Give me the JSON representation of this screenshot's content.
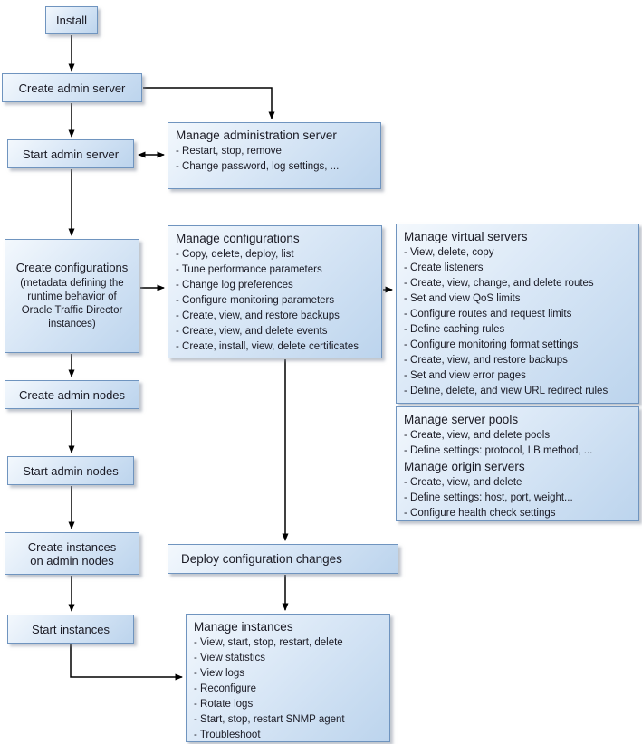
{
  "theme": {
    "box_fill_top": "#f3f8fd",
    "box_fill_bottom": "#bcd4ed",
    "box_border": "#6f94bf",
    "text_color": "#1a1a24",
    "arrow_color": "#000000"
  },
  "nodes": {
    "install": {
      "label": "Install"
    },
    "create_admin_server": {
      "label": "Create admin server"
    },
    "start_admin_server": {
      "label": "Start admin server"
    },
    "manage_admin_server": {
      "title": "Manage administration server",
      "items": [
        "- Restart, stop, remove",
        "- Change password, log settings, ..."
      ]
    },
    "create_configurations": {
      "title": "Create configurations",
      "note": "(metadata defining the runtime behavior of Oracle Traffic Director instances)"
    },
    "manage_configurations": {
      "title": "Manage configurations",
      "items": [
        "- Copy, delete, deploy, list",
        "- Tune performance parameters",
        "- Change log preferences",
        "- Configure monitoring parameters",
        "- Create, view, and restore backups",
        "- Create, view, and delete events",
        "- Create, install, view, delete certificates"
      ]
    },
    "manage_virtual_servers": {
      "title": "Manage virtual servers",
      "items": [
        "- View, delete, copy",
        "- Create listeners",
        "- Create, view, change, and delete routes",
        "- Set and view QoS limits",
        "- Configure routes and request limits",
        "- Define caching rules",
        "- Configure monitoring format settings",
        "- Create, view, and restore backups",
        "- Set and view error pages",
        "- Define, delete, and view URL redirect rules"
      ]
    },
    "manage_server_pools": {
      "title": "Manage server pools",
      "items": [
        "- Create, view, and delete pools",
        "- Define settings: protocol, LB method, ..."
      ]
    },
    "manage_origin_servers": {
      "title": "Manage origin servers",
      "items": [
        "- Create, view, and delete",
        "- Define settings: host, port, weight...",
        "- Configure health check settings"
      ]
    },
    "create_admin_nodes": {
      "label": "Create admin nodes"
    },
    "start_admin_nodes": {
      "label": "Start admin nodes"
    },
    "create_instances": {
      "label": "Create instances on admin nodes"
    },
    "start_instances": {
      "label": "Start instances"
    },
    "deploy_configuration_changes": {
      "label": "Deploy configuration changes"
    },
    "manage_instances": {
      "title": "Manage instances",
      "items": [
        "- View, start, stop, restart, delete",
        "- View statistics",
        "- View logs",
        "- Reconfigure",
        "- Rotate logs",
        "- Start, stop, restart SNMP agent",
        "- Troubleshoot"
      ]
    }
  }
}
